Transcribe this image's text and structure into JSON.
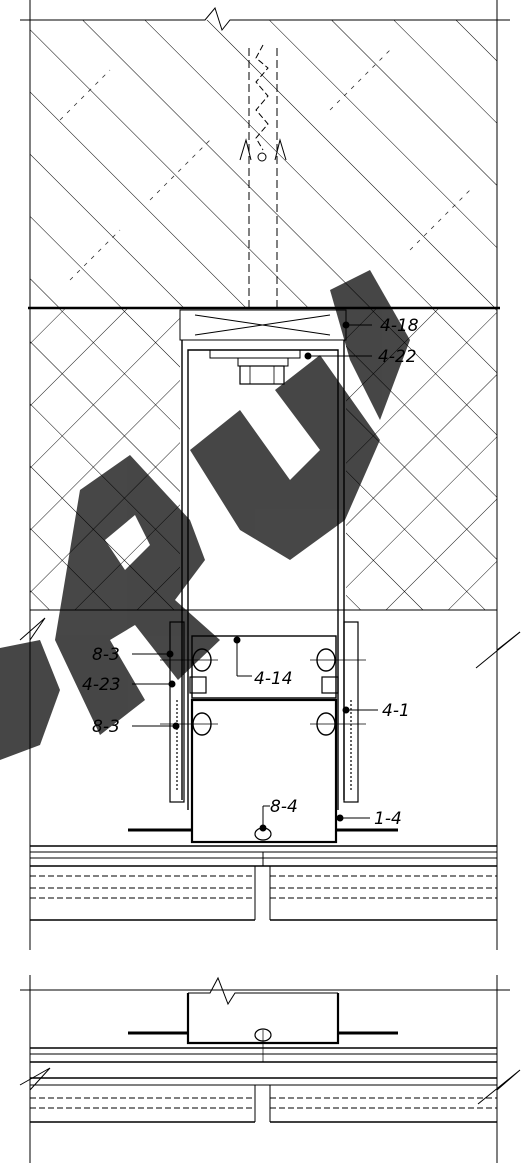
{
  "drawing": {
    "labels": [
      {
        "id": "4-18",
        "text": "4-18"
      },
      {
        "id": "4-22",
        "text": "4-22"
      },
      {
        "id": "8-3-upper",
        "text": "8-3"
      },
      {
        "id": "4-14",
        "text": "4-14"
      },
      {
        "id": "4-23",
        "text": "4-23"
      },
      {
        "id": "4-1",
        "text": "4-1"
      },
      {
        "id": "8-3-lower",
        "text": "8-3"
      },
      {
        "id": "8-4",
        "text": "8-4"
      },
      {
        "id": "1-4",
        "text": "1-4"
      }
    ],
    "watermark": {
      "text": "RU",
      "color": "#000000"
    },
    "line_color": "#000000",
    "background": "#ffffff"
  }
}
